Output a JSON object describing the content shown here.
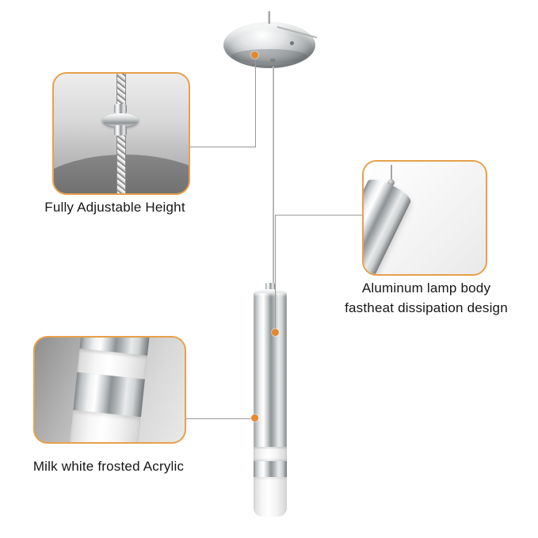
{
  "colors": {
    "accent": "#E8A04A",
    "dot": "#E8872A",
    "connector-line": "#9a9a9a"
  },
  "product_figure": {
    "callout_adjustable_height": {
      "label": "Fully Adjustable Height"
    },
    "callout_aluminum_body": {
      "label_line1": "Aluminum lamp body",
      "label_line2": "fastheat dissipation design"
    },
    "callout_frosted_acrylic": {
      "label": "Milk white frosted Acrylic"
    }
  }
}
